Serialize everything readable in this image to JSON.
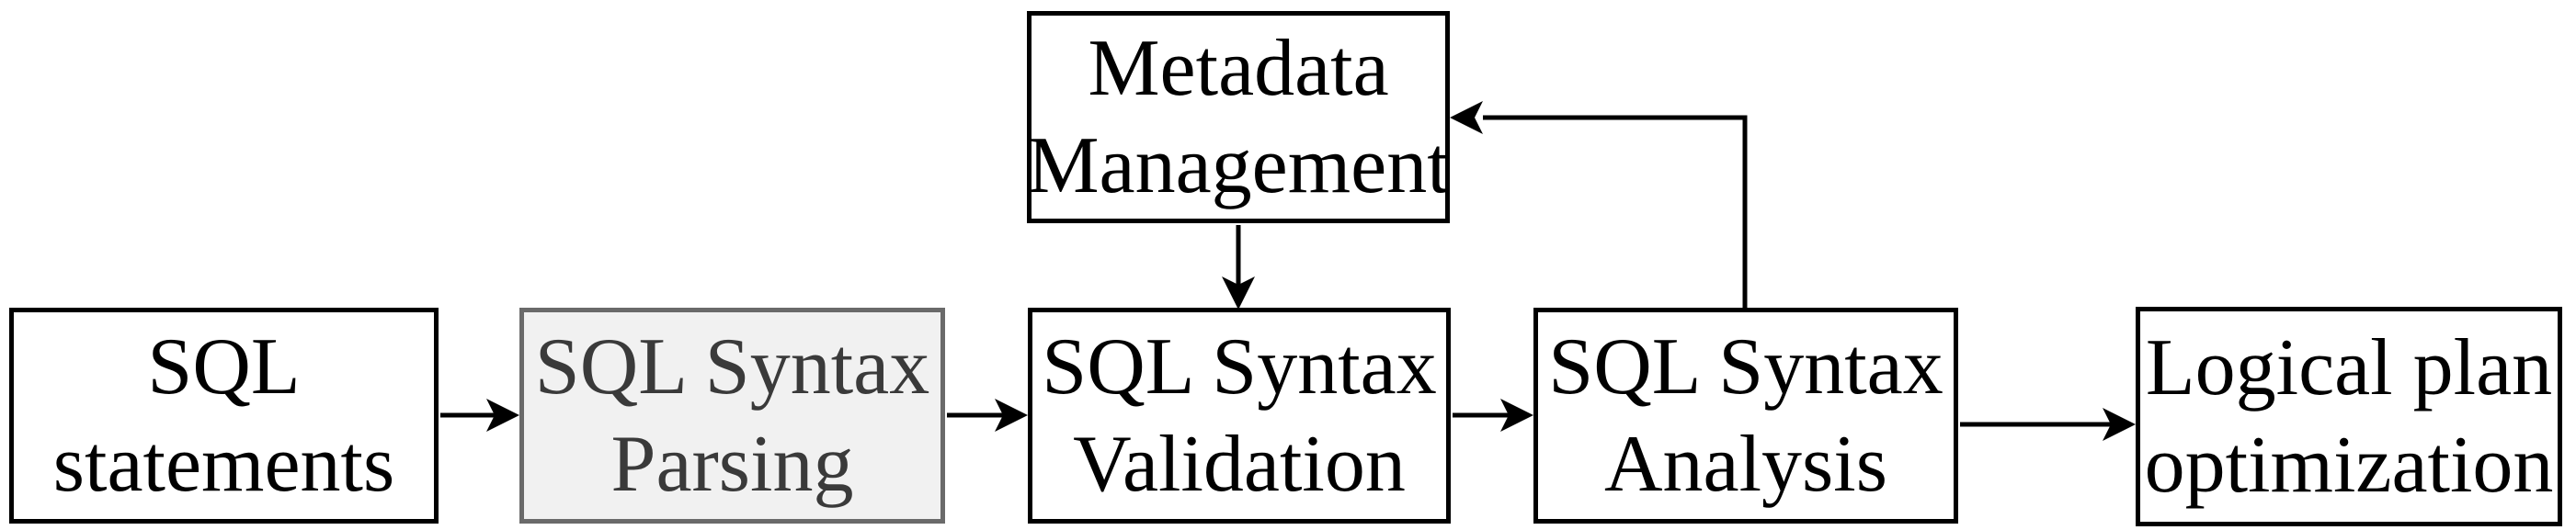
{
  "diagram": {
    "nodes": [
      {
        "id": "sql-statements",
        "label": "SQL\nstatements",
        "highlighted": false
      },
      {
        "id": "sql-syntax-parsing",
        "label": "SQL Syntax\nParsing",
        "highlighted": true
      },
      {
        "id": "sql-syntax-validation",
        "label": "SQL Syntax\nValidation",
        "highlighted": false
      },
      {
        "id": "sql-syntax-analysis",
        "label": "SQL Syntax\nAnalysis",
        "highlighted": false
      },
      {
        "id": "logical-plan-optimization",
        "label": "Logical plan\noptimization",
        "highlighted": false
      },
      {
        "id": "metadata-management",
        "label": "Metadata\nManagement",
        "highlighted": false
      }
    ],
    "edges": [
      {
        "from": "sql-statements",
        "to": "sql-syntax-parsing",
        "style": "straight-right"
      },
      {
        "from": "sql-syntax-parsing",
        "to": "sql-syntax-validation",
        "style": "straight-right"
      },
      {
        "from": "sql-syntax-validation",
        "to": "sql-syntax-analysis",
        "style": "straight-right"
      },
      {
        "from": "sql-syntax-analysis",
        "to": "logical-plan-optimization",
        "style": "straight-right"
      },
      {
        "from": "metadata-management",
        "to": "sql-syntax-validation",
        "style": "straight-down"
      },
      {
        "from": "sql-syntax-analysis",
        "to": "metadata-management",
        "style": "elbow-up-left"
      }
    ],
    "colors": {
      "background": "#ffffff",
      "node_border": "#000000",
      "node_fill": "#ffffff",
      "node_text": "#000000",
      "highlight_border": "#6a6a6a",
      "highlight_fill": "#f1f1f1",
      "highlight_text": "#3a3a3a",
      "edge": "#000000"
    }
  }
}
